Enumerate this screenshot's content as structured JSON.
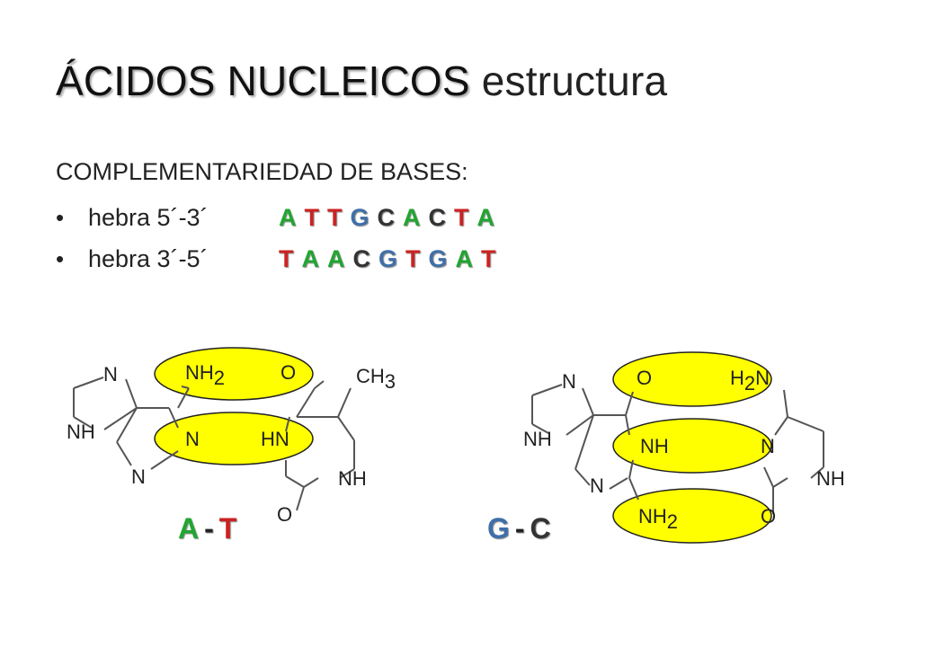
{
  "colors": {
    "A": "#21a531",
    "T": "#cc2222",
    "G": "#3f6fa8",
    "C": "#333333",
    "ellipse": "#ffff00"
  },
  "title": {
    "strong": "ÁCIDOS NUCLEICOS",
    "rest": " estructura"
  },
  "subtitle": "COMPLEMENTARIEDAD DE BASES:",
  "bullets": [
    {
      "label": "hebra 5´-3´",
      "sequence": [
        "A",
        "T",
        "T",
        "G",
        "C",
        "A",
        "C",
        "T",
        "A"
      ]
    },
    {
      "label": "hebra 3´-5´",
      "sequence": [
        "T",
        "A",
        "A",
        "C",
        "G",
        "T",
        "G",
        "A",
        "T"
      ]
    }
  ],
  "pair_at": {
    "label": {
      "left": "A",
      "sep": "-",
      "right": "T"
    },
    "atoms": {
      "n_ring": "N",
      "nh": "NH",
      "nh2": "NH",
      "nh2_sub": "2",
      "n_mid": "N",
      "n_low": "N",
      "o_top": "O",
      "hn": "HN",
      "ch3": "CH",
      "ch3_sub": "3",
      "nh_right": "NH",
      "o_bottom": "O"
    }
  },
  "pair_gc": {
    "label": {
      "left": "G",
      "sep": "-",
      "right": "C"
    },
    "atoms": {
      "n_ring": "N",
      "nh_ring": "NH",
      "n_low": "N",
      "o_top": "O",
      "h2n_h": "H",
      "h2n_sub": "2",
      "h2n_n": "N",
      "nh_mid": "NH",
      "n_mid": "N",
      "nh2": "NH",
      "nh2_sub": "2",
      "o_bottom": "O",
      "nh_right": "NH"
    }
  }
}
